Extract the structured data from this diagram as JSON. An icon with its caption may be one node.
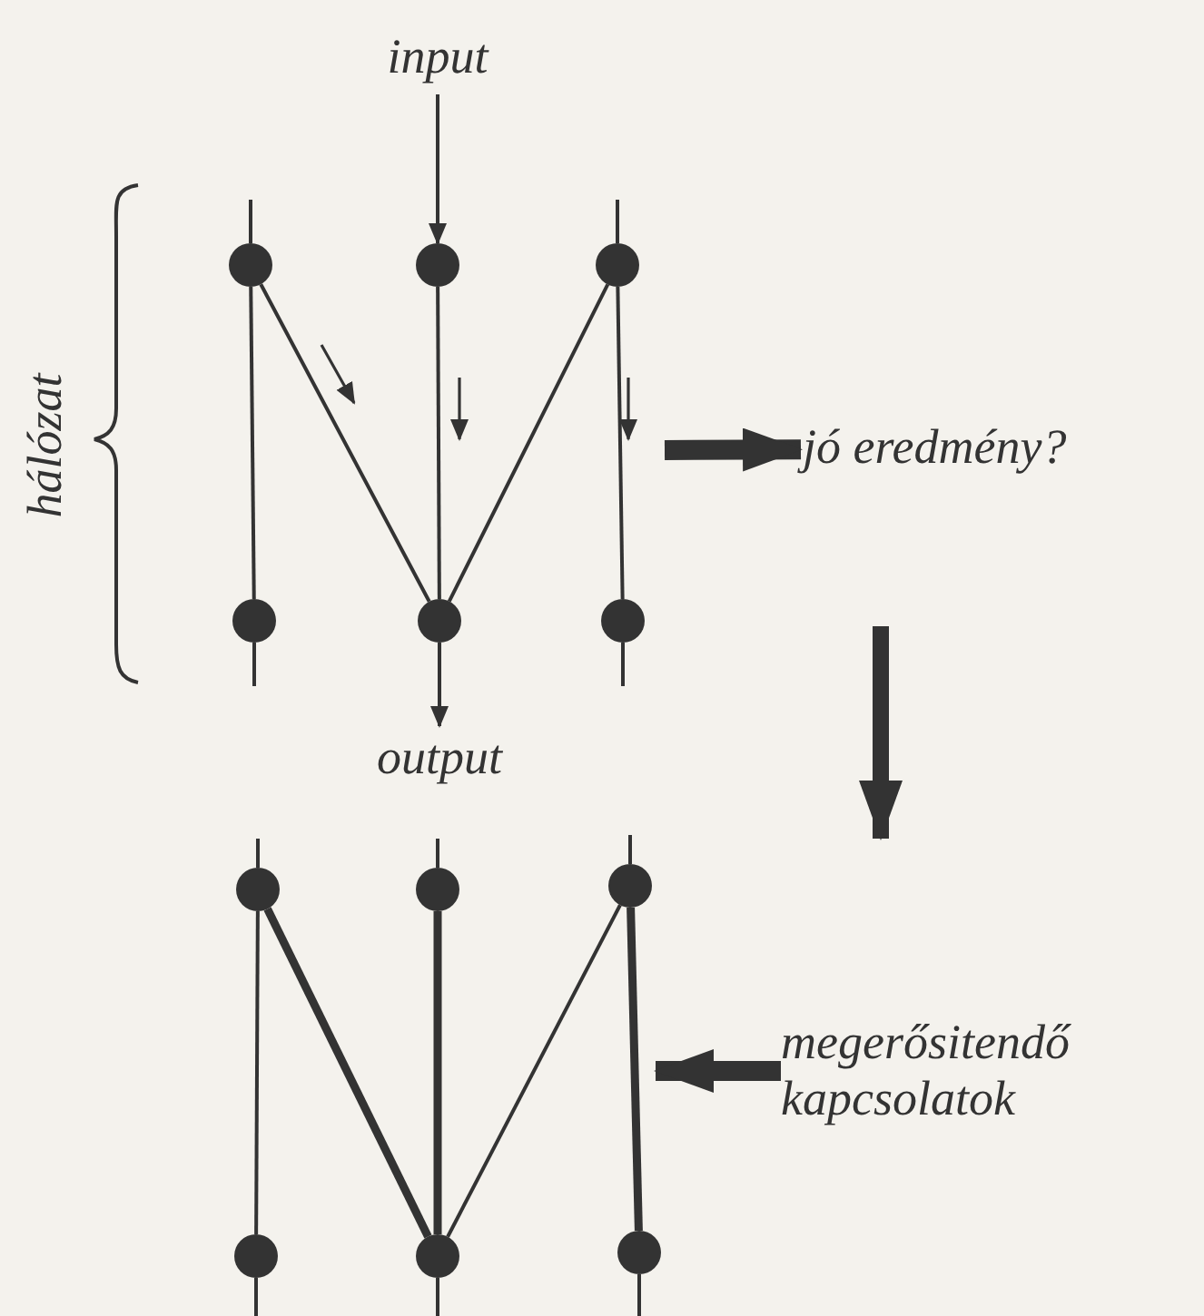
{
  "diagram": {
    "nodes": [
      {
        "text": [
          "input"
        ]
      },
      {
        "text": [],
        "shape": "circle"
      },
      {
        "text": [],
        "shape": "circle"
      },
      {
        "text": [],
        "shape": "circle"
      },
      {
        "text": [
          "jó eredmény?"
        ]
      },
      {
        "text": [],
        "shape": "circle"
      },
      {
        "text": [],
        "shape": "circle"
      },
      {
        "text": [],
        "shape": "circle"
      },
      {
        "text": [
          "output"
        ]
      },
      {
        "text": [],
        "shape": "circle"
      },
      {
        "text": [],
        "shape": "circle"
      },
      {
        "text": [],
        "shape": "circle"
      },
      {
        "text": [
          "megerősitendő kapcsolatok"
        ]
      },
      {
        "text": [],
        "shape": "circle"
      },
      {
        "text": [],
        "shape": "circle"
      },
      {
        "text": [],
        "shape": "circle"
      }
    ],
    "edges": [
      {
        "from": 0,
        "to": 2,
        "arrow": "to"
      },
      {
        "from": 1,
        "to": 5,
        "arrow": "none"
      },
      {
        "from": 1,
        "to": 6,
        "arrow": "none"
      },
      {
        "from": 2,
        "to": 6,
        "arrow": "none"
      },
      {
        "from": 3,
        "to": 6,
        "arrow": "none"
      },
      {
        "from": 3,
        "to": 7,
        "arrow": "none"
      },
      {
        "from": null,
        "to": 4,
        "arrow": "to",
        "style": "thick"
      },
      {
        "from": 6,
        "to": 8,
        "arrow": "to"
      },
      {
        "from": 9,
        "to": 13,
        "arrow": "none"
      },
      {
        "from": 9,
        "to": 14,
        "arrow": "none",
        "style": "thick"
      },
      {
        "from": 10,
        "to": 14,
        "arrow": "none",
        "style": "thick"
      },
      {
        "from": 11,
        "to": 14,
        "arrow": "none"
      },
      {
        "from": 11,
        "to": 15,
        "arrow": "none",
        "style": "thick"
      },
      {
        "from": 12,
        "to": null,
        "arrow": "to",
        "style": "thick"
      }
    ],
    "labels": [
      "hálózat"
    ]
  }
}
